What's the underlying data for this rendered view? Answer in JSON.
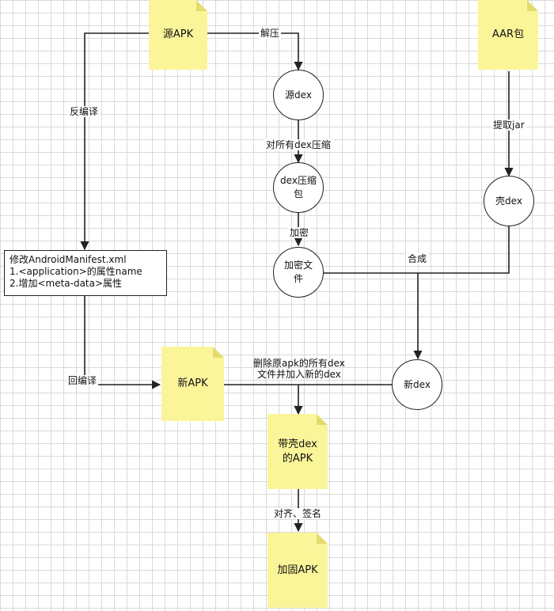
{
  "nodes": {
    "src_apk": "源APK",
    "aar": "AAR包",
    "src_dex": "源dex",
    "dex_zip": "dex压缩\n包",
    "enc_file": "加密文\n件",
    "shell_dex": "壳dex",
    "manifest": "修改AndroidManifest.xml\n1.<application>的属性name\n2.增加<meta-data>属性",
    "new_apk": "新APK",
    "new_dex": "新dex",
    "shelled_apk": "带壳dex\n的APK",
    "hardened_apk": "加固APK"
  },
  "edge_labels": {
    "unzip": "解压",
    "decompile": "反编译",
    "extract_jar": "提取jar",
    "compress_all": "对所有dex压缩",
    "encrypt": "加密",
    "merge": "合成",
    "recompile": "回编译",
    "replace_dex": "删除原apk的所有dex\n文件并加入新的dex",
    "align_sign": "对齐、签名"
  }
}
